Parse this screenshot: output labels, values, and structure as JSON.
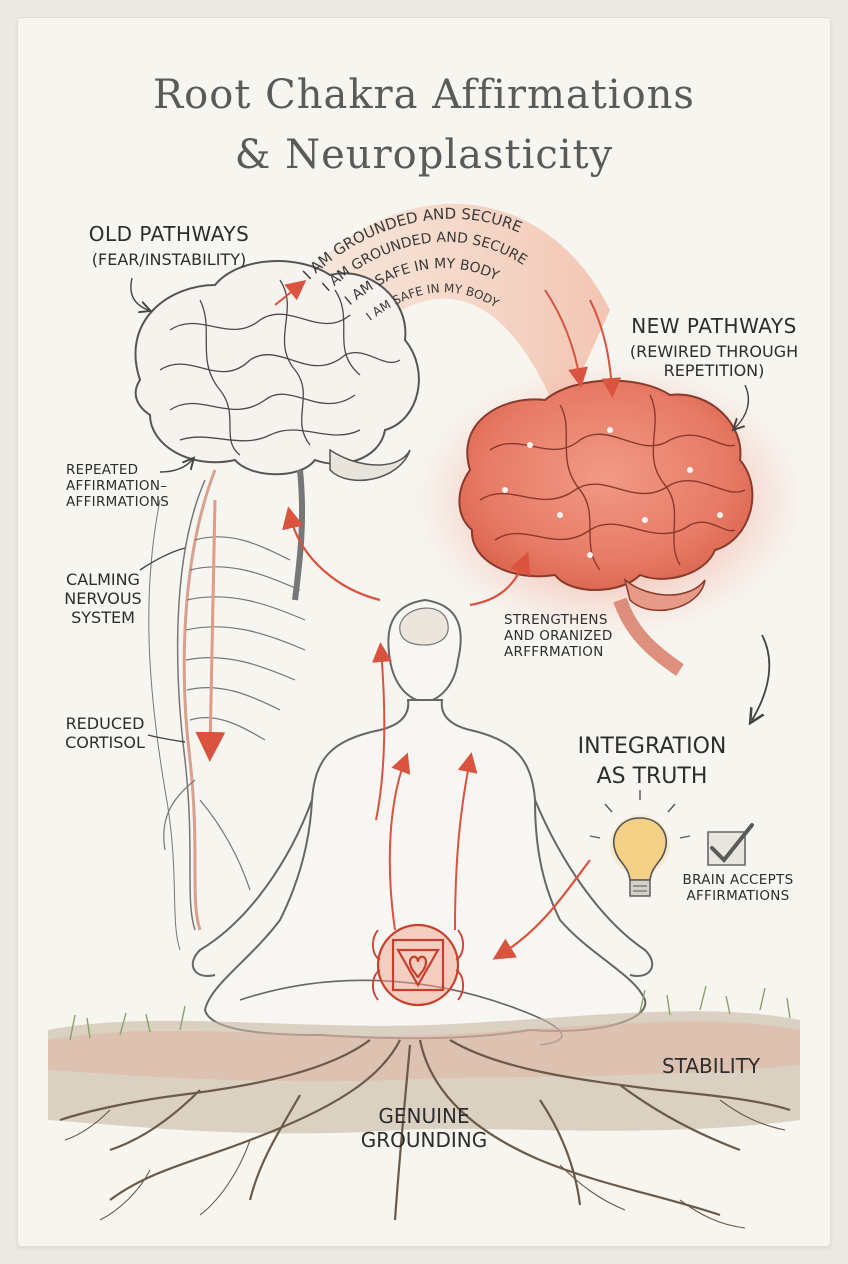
{
  "title": {
    "line1": "Root Chakra Affirmations",
    "line2": "& Neuroplasticity"
  },
  "old_pathways": {
    "line1": "OLD PATHWAYS",
    "line2": "(FEAR/INSTABILITY)"
  },
  "new_pathways": {
    "line1": "NEW PATHWAYS",
    "line2": "(REWIRED THROUGH",
    "line3": "REPETITION)"
  },
  "affirmation_arcs": [
    "I AM GROUNDED AND SECURE",
    "I AM GROUNDED AND SECURE",
    "I AM SAFE IN MY BODY",
    "I AM SAFE IN MY BODY"
  ],
  "repeated": {
    "line1": "REPEATED",
    "line2": "AFFIRMATION–",
    "line3": "AFFIRMATIONS"
  },
  "calming": {
    "line1": "CALMING",
    "line2": "NERVOUS",
    "line3": "SYSTEM"
  },
  "cortisol": {
    "line1": "REDUCED",
    "line2": "CORTISOL"
  },
  "strengthens": {
    "line1": "STRENGTHENS",
    "line2": "AND ORANIZED",
    "line3": "ARFFRMATION"
  },
  "integration": {
    "line1": "INTEGRATION",
    "line2": "AS TRUTH"
  },
  "brain_accepts": {
    "line1": "BRAIN ACCEPTS",
    "line2": "AFFIRMATIONS"
  },
  "stability": "STABILITY",
  "grounding": {
    "line1": "GENUINE",
    "line2": "GROUNDING"
  },
  "colors": {
    "accent_red": "#d9533f",
    "ink": "#2d2d2d",
    "paper": "#f7f5f0",
    "root_brown": "#6b5a48",
    "grass": "#8aa06a"
  },
  "icons": [
    "brain-old-icon",
    "brain-new-icon",
    "meditating-figure-icon",
    "spine-icon",
    "root-chakra-symbol-icon",
    "lightbulb-icon",
    "checkmark-icon",
    "roots-icon"
  ]
}
